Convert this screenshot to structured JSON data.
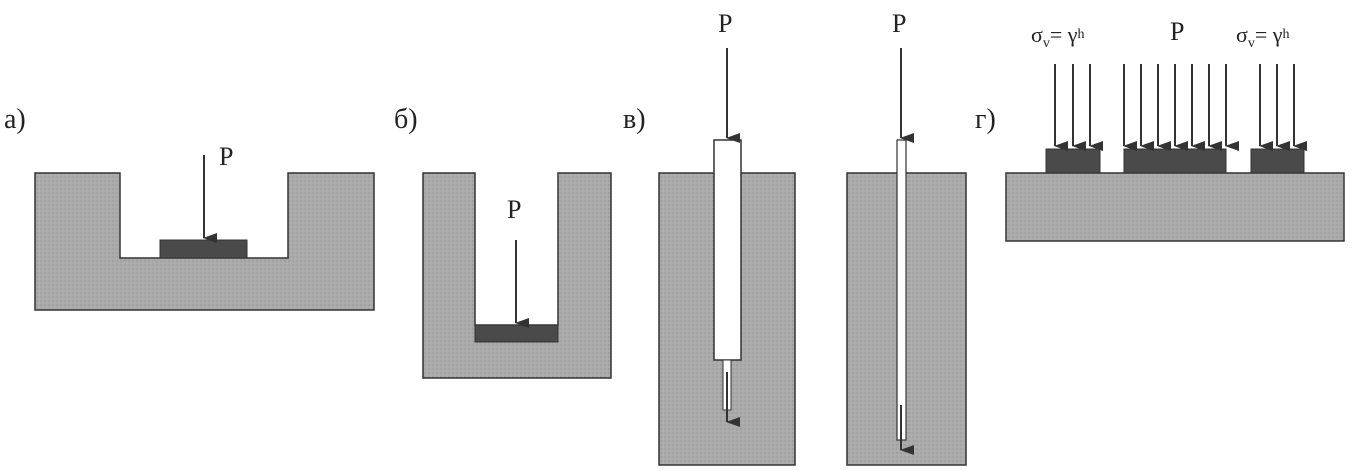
{
  "colors": {
    "soil": "#a9a9a9",
    "plate": "#4a4a4a",
    "stroke": "#333333",
    "pipe": "#ffffff"
  },
  "panels": {
    "a": {
      "label": "а)",
      "load": "P"
    },
    "b": {
      "label": "б)",
      "load": "P"
    },
    "v": {
      "label": "в)",
      "load_left": "P",
      "load_right": "P"
    },
    "g": {
      "label": "г)",
      "load_center": "P",
      "stress_left": {
        "sigma": "σ",
        "sub": "v",
        "rest": "= γ",
        "h": "h"
      },
      "stress_right": {
        "sigma": "σ",
        "sub": "v",
        "rest": "= γ",
        "h": "h"
      }
    }
  }
}
